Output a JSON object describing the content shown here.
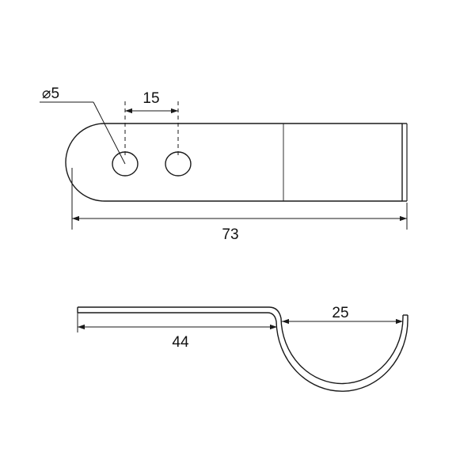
{
  "colors": {
    "outline": "#1a1a1a",
    "background": "#ffffff"
  },
  "top_view": {
    "hole_diameter_label": "⌀5",
    "hole_spacing_label": "15",
    "overall_length_label": "73"
  },
  "side_view": {
    "flat_length_label": "44",
    "curve_width_label": "25"
  }
}
